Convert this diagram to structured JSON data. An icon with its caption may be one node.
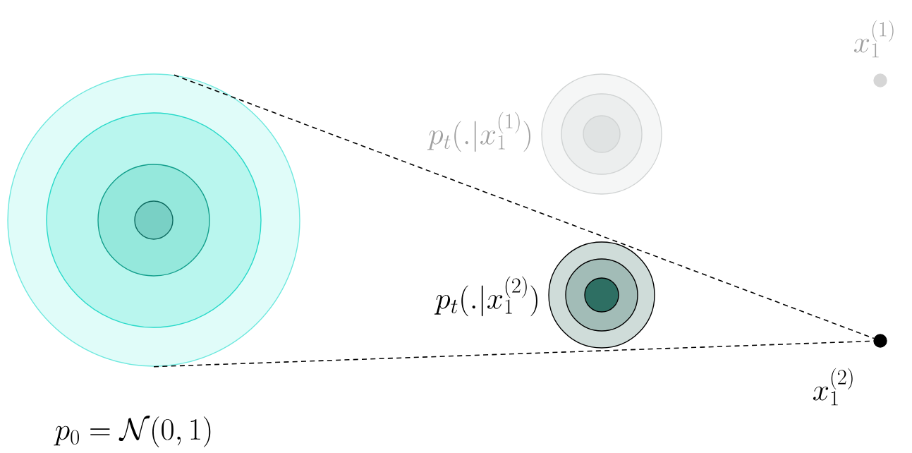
{
  "diagram": {
    "nodes": [
      {
        "text": [],
        "shape": "circle",
        "beside": [
          "p_0 = \\mathcal{N}(0,1)"
        ]
      },
      {
        "text": [],
        "shape": "circle",
        "beside": [
          "p_t(.|x_1^{(1)})"
        ]
      },
      {
        "text": [],
        "shape": "circle",
        "beside": [
          "p_t(.|x_1^{(2)})"
        ]
      },
      {
        "text": [],
        "shape": "circle",
        "beside": [
          "x_1^{(1)}"
        ]
      },
      {
        "text": [],
        "shape": "circle",
        "beside": [
          "x_1^{(2)}"
        ]
      }
    ],
    "edges": [
      {
        "from": 0,
        "to": 4,
        "arrow": "none",
        "style": "dashed"
      },
      {
        "from": 0,
        "to": 4,
        "arrow": "none",
        "style": "dashed"
      }
    ]
  }
}
